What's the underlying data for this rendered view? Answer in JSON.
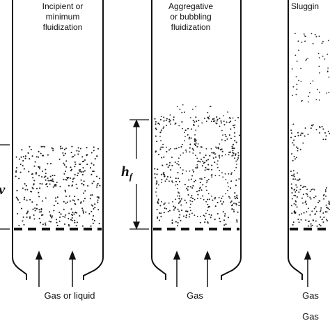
{
  "panels": [
    {
      "caption_line1": "Incipient or",
      "caption_line2": "minimum",
      "caption_line3": "fluidization",
      "inlet_label": "Gas or liquid"
    },
    {
      "caption_line1": "Aggregative",
      "caption_line2": "or bubbling",
      "caption_line3": "fluidization",
      "inlet_label": "Gas",
      "height_label": "h",
      "height_subscript": "f"
    },
    {
      "caption_line1": "Sluggin",
      "inlet_label": "Gas",
      "inlet_label_2": "Gas"
    }
  ],
  "left_edge_mark": "v",
  "colors": {
    "line": "#111111",
    "particles": "#222222",
    "background": "#ffffff"
  }
}
